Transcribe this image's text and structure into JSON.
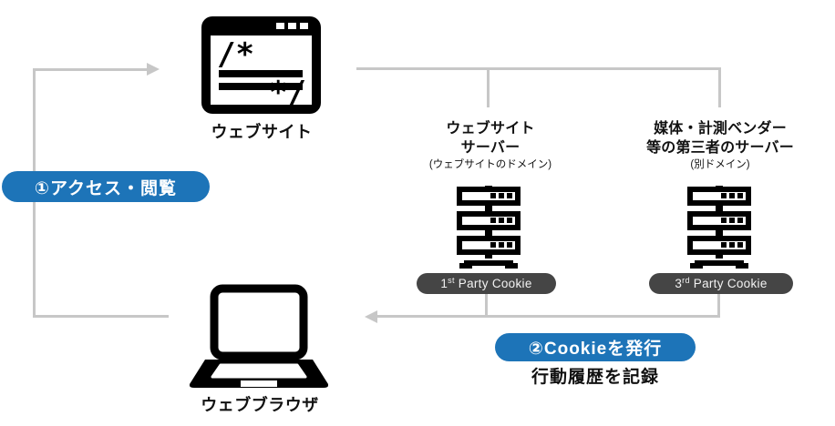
{
  "colors": {
    "accent_blue": "#1d74b8",
    "badge_dark": "#454545",
    "line_gray": "#c7c7c7",
    "text_black": "#111111"
  },
  "nodes": {
    "website": {
      "label": "ウェブサイト"
    },
    "browser": {
      "label": "ウェブブラウザ"
    },
    "server_first_party": {
      "title_line1": "ウェブサイト",
      "title_line2": "サーバー",
      "subtitle": "(ウェブサイトのドメイン)",
      "badge": {
        "num": "1",
        "sup": "st",
        "rest": "Party Cookie"
      }
    },
    "server_third_party": {
      "title_line1": "媒体・計測ベンダー",
      "title_line2": "等の第三者のサーバー",
      "subtitle": "(別ドメイン)",
      "badge": {
        "num": "3",
        "sup": "rd",
        "rest": "Party Cookie"
      }
    }
  },
  "steps": {
    "step1": {
      "label": "①アクセス・閲覧"
    },
    "step2": {
      "label": "②Cookieを発行",
      "note": "行動履歴を記録"
    }
  }
}
